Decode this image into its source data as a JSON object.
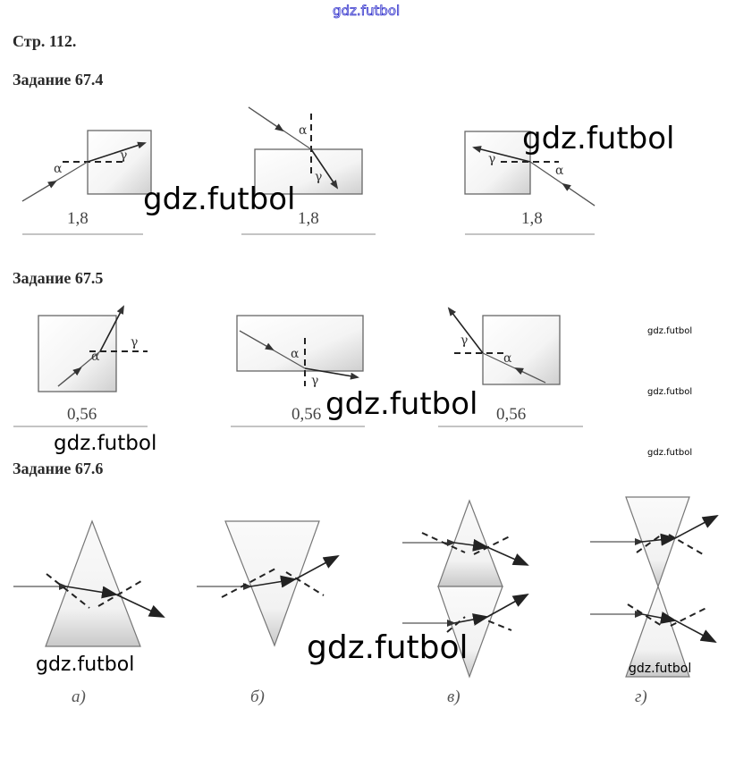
{
  "header": {
    "site_link": "gdz.futbol",
    "page_title": "Стр. 112."
  },
  "tasks": [
    {
      "title": "Задание 67.4",
      "values": [
        "1,8",
        "1,8",
        "1,8"
      ]
    },
    {
      "title": "Задание 67.5",
      "values": [
        "0,56",
        "0,56",
        "0,56"
      ]
    },
    {
      "title": "Задание 67.6",
      "figure_labels": [
        "а)",
        "б)",
        "в)",
        "г)"
      ]
    }
  ],
  "symbols": {
    "alpha": "α",
    "gamma": "γ"
  },
  "watermark": "gdz.futbol",
  "colors": {
    "link": "#3333cc"
  }
}
